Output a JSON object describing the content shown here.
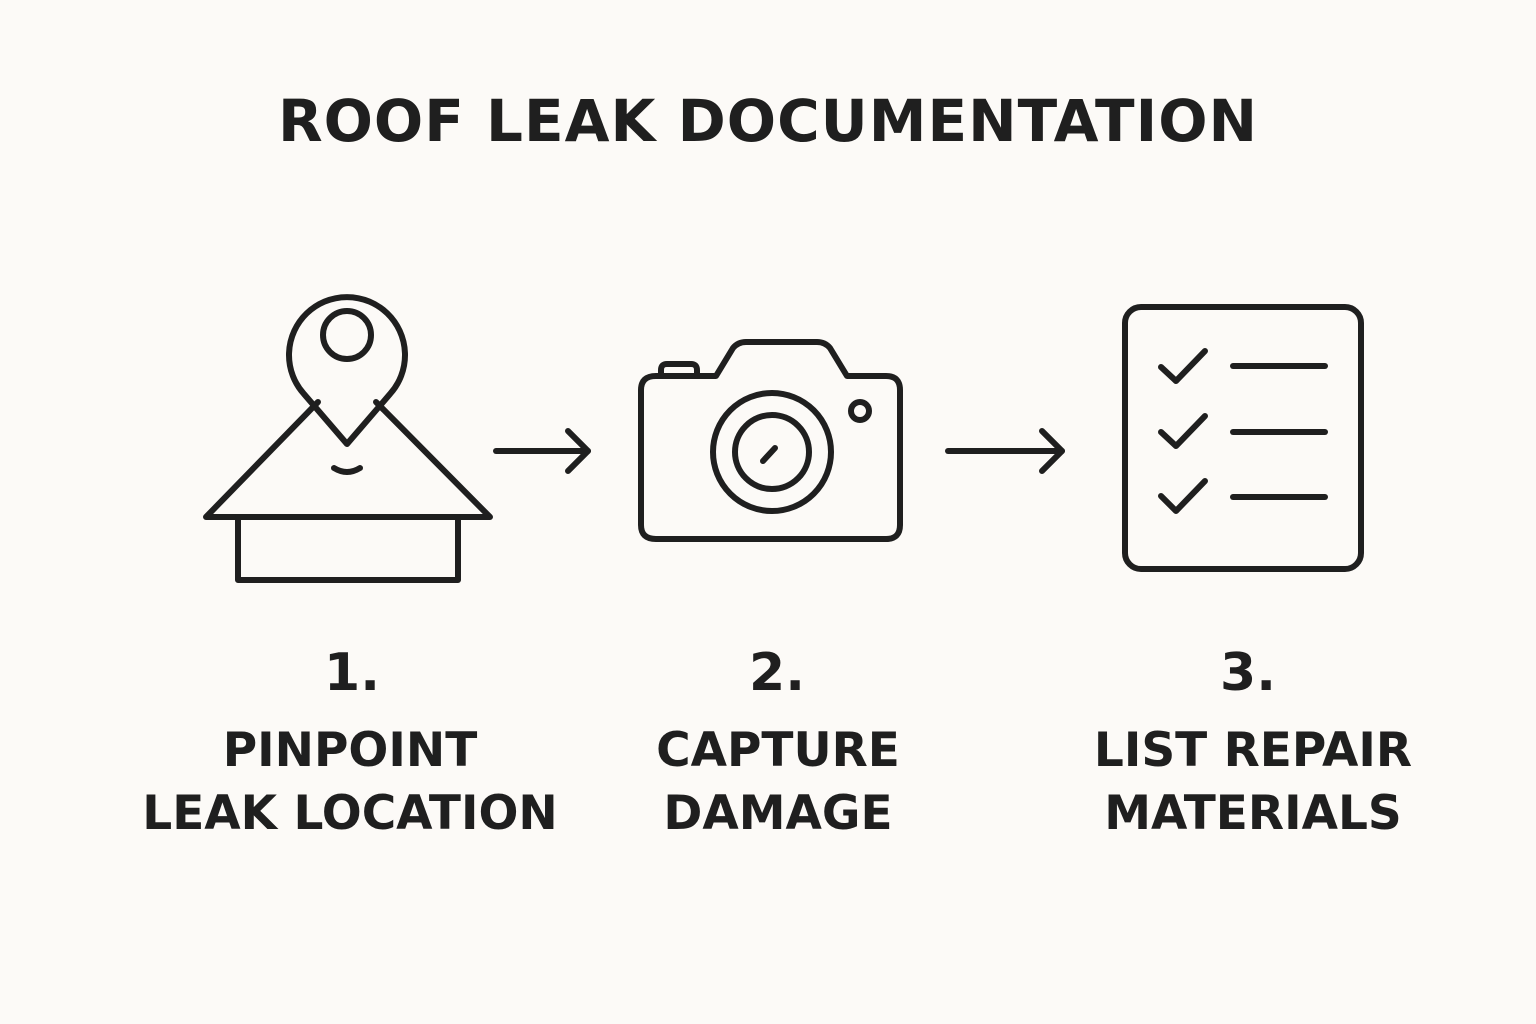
{
  "title": "ROOF LEAK DOCUMENTATION",
  "steps": [
    {
      "number": "1.",
      "label_lines": [
        "PINPOINT",
        "LEAK LOCATION"
      ],
      "icon": "house-location-pin-icon"
    },
    {
      "number": "2.",
      "label_lines": [
        "CAPTURE",
        "DAMAGE"
      ],
      "icon": "camera-icon"
    },
    {
      "number": "3.",
      "label_lines": [
        "LIST REPAIR",
        "MATERIALS"
      ],
      "icon": "checklist-icon"
    }
  ],
  "colors": {
    "background": "#fcfaf7",
    "ink": "#1f1f1f"
  }
}
